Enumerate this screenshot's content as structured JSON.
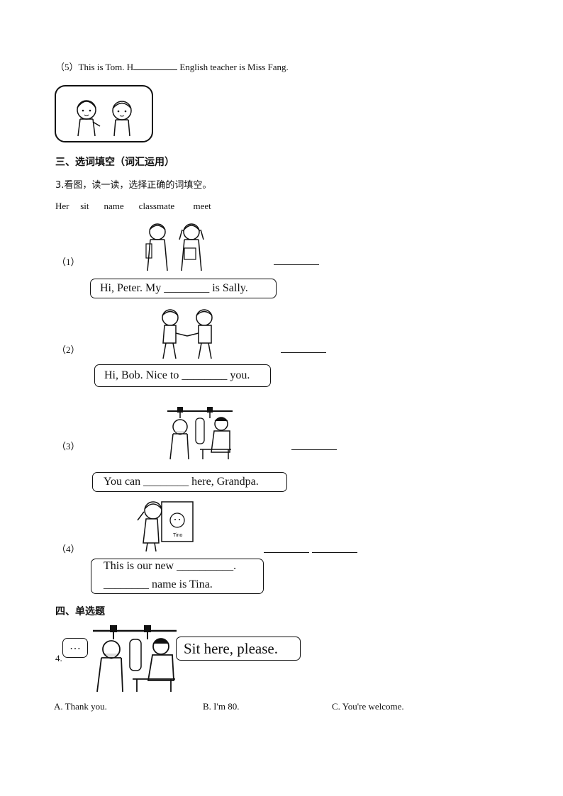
{
  "q5": {
    "text_before": "（5）This  is  Tom.  H",
    "text_after": " English   teacher  is  Miss  Fang."
  },
  "section3": {
    "title": "三、选词填空（词汇运用）",
    "instruction": "3.看图，读一读，选择正确的词填空。",
    "word_bank": "Her   sit    name    classmate     meet",
    "items": [
      {
        "num": "（1）",
        "bubble": "Hi, Peter. My ________ is Sally."
      },
      {
        "num": "（2）",
        "bubble": "Hi, Bob. Nice to ________ you."
      },
      {
        "num": "（3）",
        "bubble": "You can ________ here, Grandpa."
      },
      {
        "num": "（4）",
        "bubble_line1": "This is our new __________.",
        "bubble_line2": "________ name is Tina.",
        "poster_label": "Tino"
      }
    ]
  },
  "section4": {
    "title": "四、单选题",
    "q4_num": "4.",
    "left_bubble": "…",
    "right_bubble": "Sit here, please.",
    "options": [
      "A. Thank  you.",
      "B. I'm  80.",
      "C. You're  welcome."
    ]
  }
}
